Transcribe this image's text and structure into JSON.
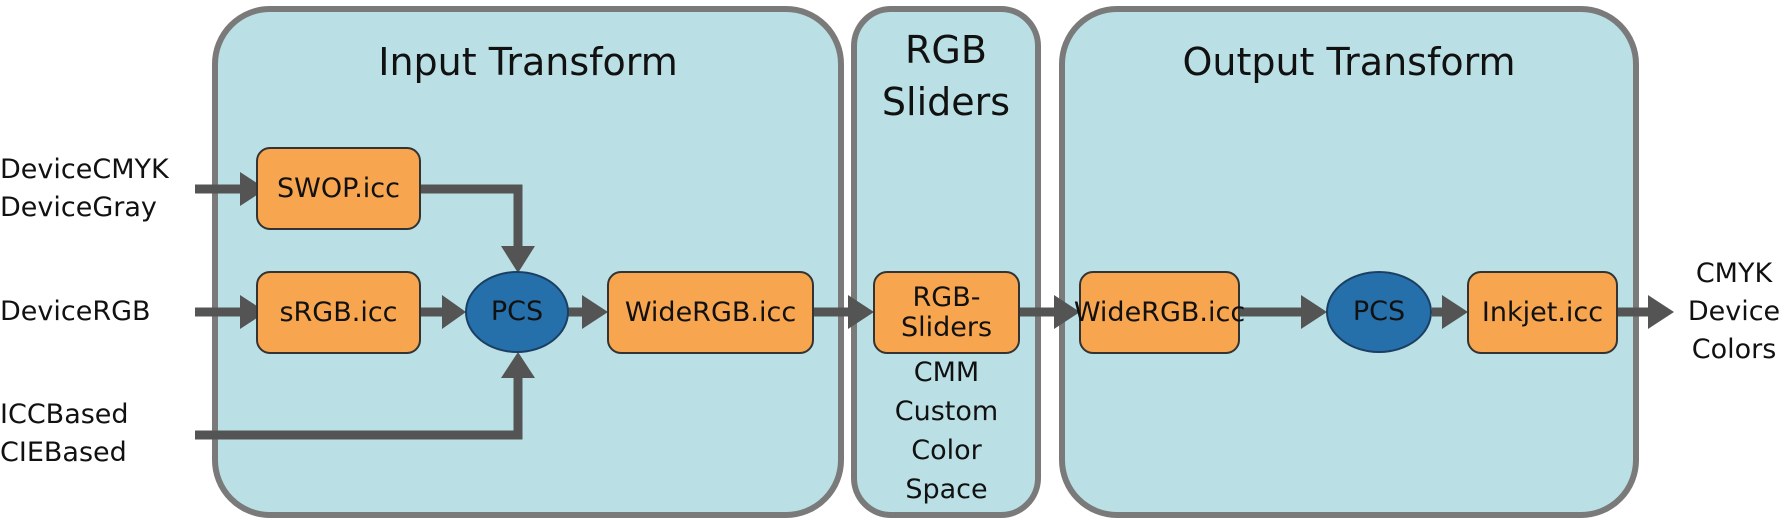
{
  "colors": {
    "stage_fill": "#bae0e5",
    "stage_border": "#7a7a7a",
    "profile_fill": "#f7a54e",
    "pcs_fill": "#2570ab",
    "arrow": "#545454"
  },
  "stages": {
    "input": {
      "title": "Input Transform"
    },
    "sliders": {
      "title_line1": "RGB",
      "title_line2": "Sliders"
    },
    "output": {
      "title": "Output Transform"
    }
  },
  "inputs": {
    "cmyk_gray": [
      "DeviceCMYK",
      "DeviceGray"
    ],
    "rgb": "DeviceRGB",
    "icc_cie": [
      "ICCBased",
      "CIEBased"
    ]
  },
  "nodes": {
    "swop": "SWOP.icc",
    "srgb": "sRGB.icc",
    "pcs_in": "PCS",
    "widergb_in": "WideRGB.icc",
    "rgb_sliders_line1": "RGB-",
    "rgb_sliders_line2": "Sliders",
    "widergb_out": "WideRGB.icc",
    "pcs_out": "PCS",
    "inkjet": "Inkjet.icc"
  },
  "cmm_note": [
    "CMM",
    "Custom",
    "Color",
    "Space"
  ],
  "output_label": [
    "CMYK",
    "Device",
    "Colors"
  ]
}
